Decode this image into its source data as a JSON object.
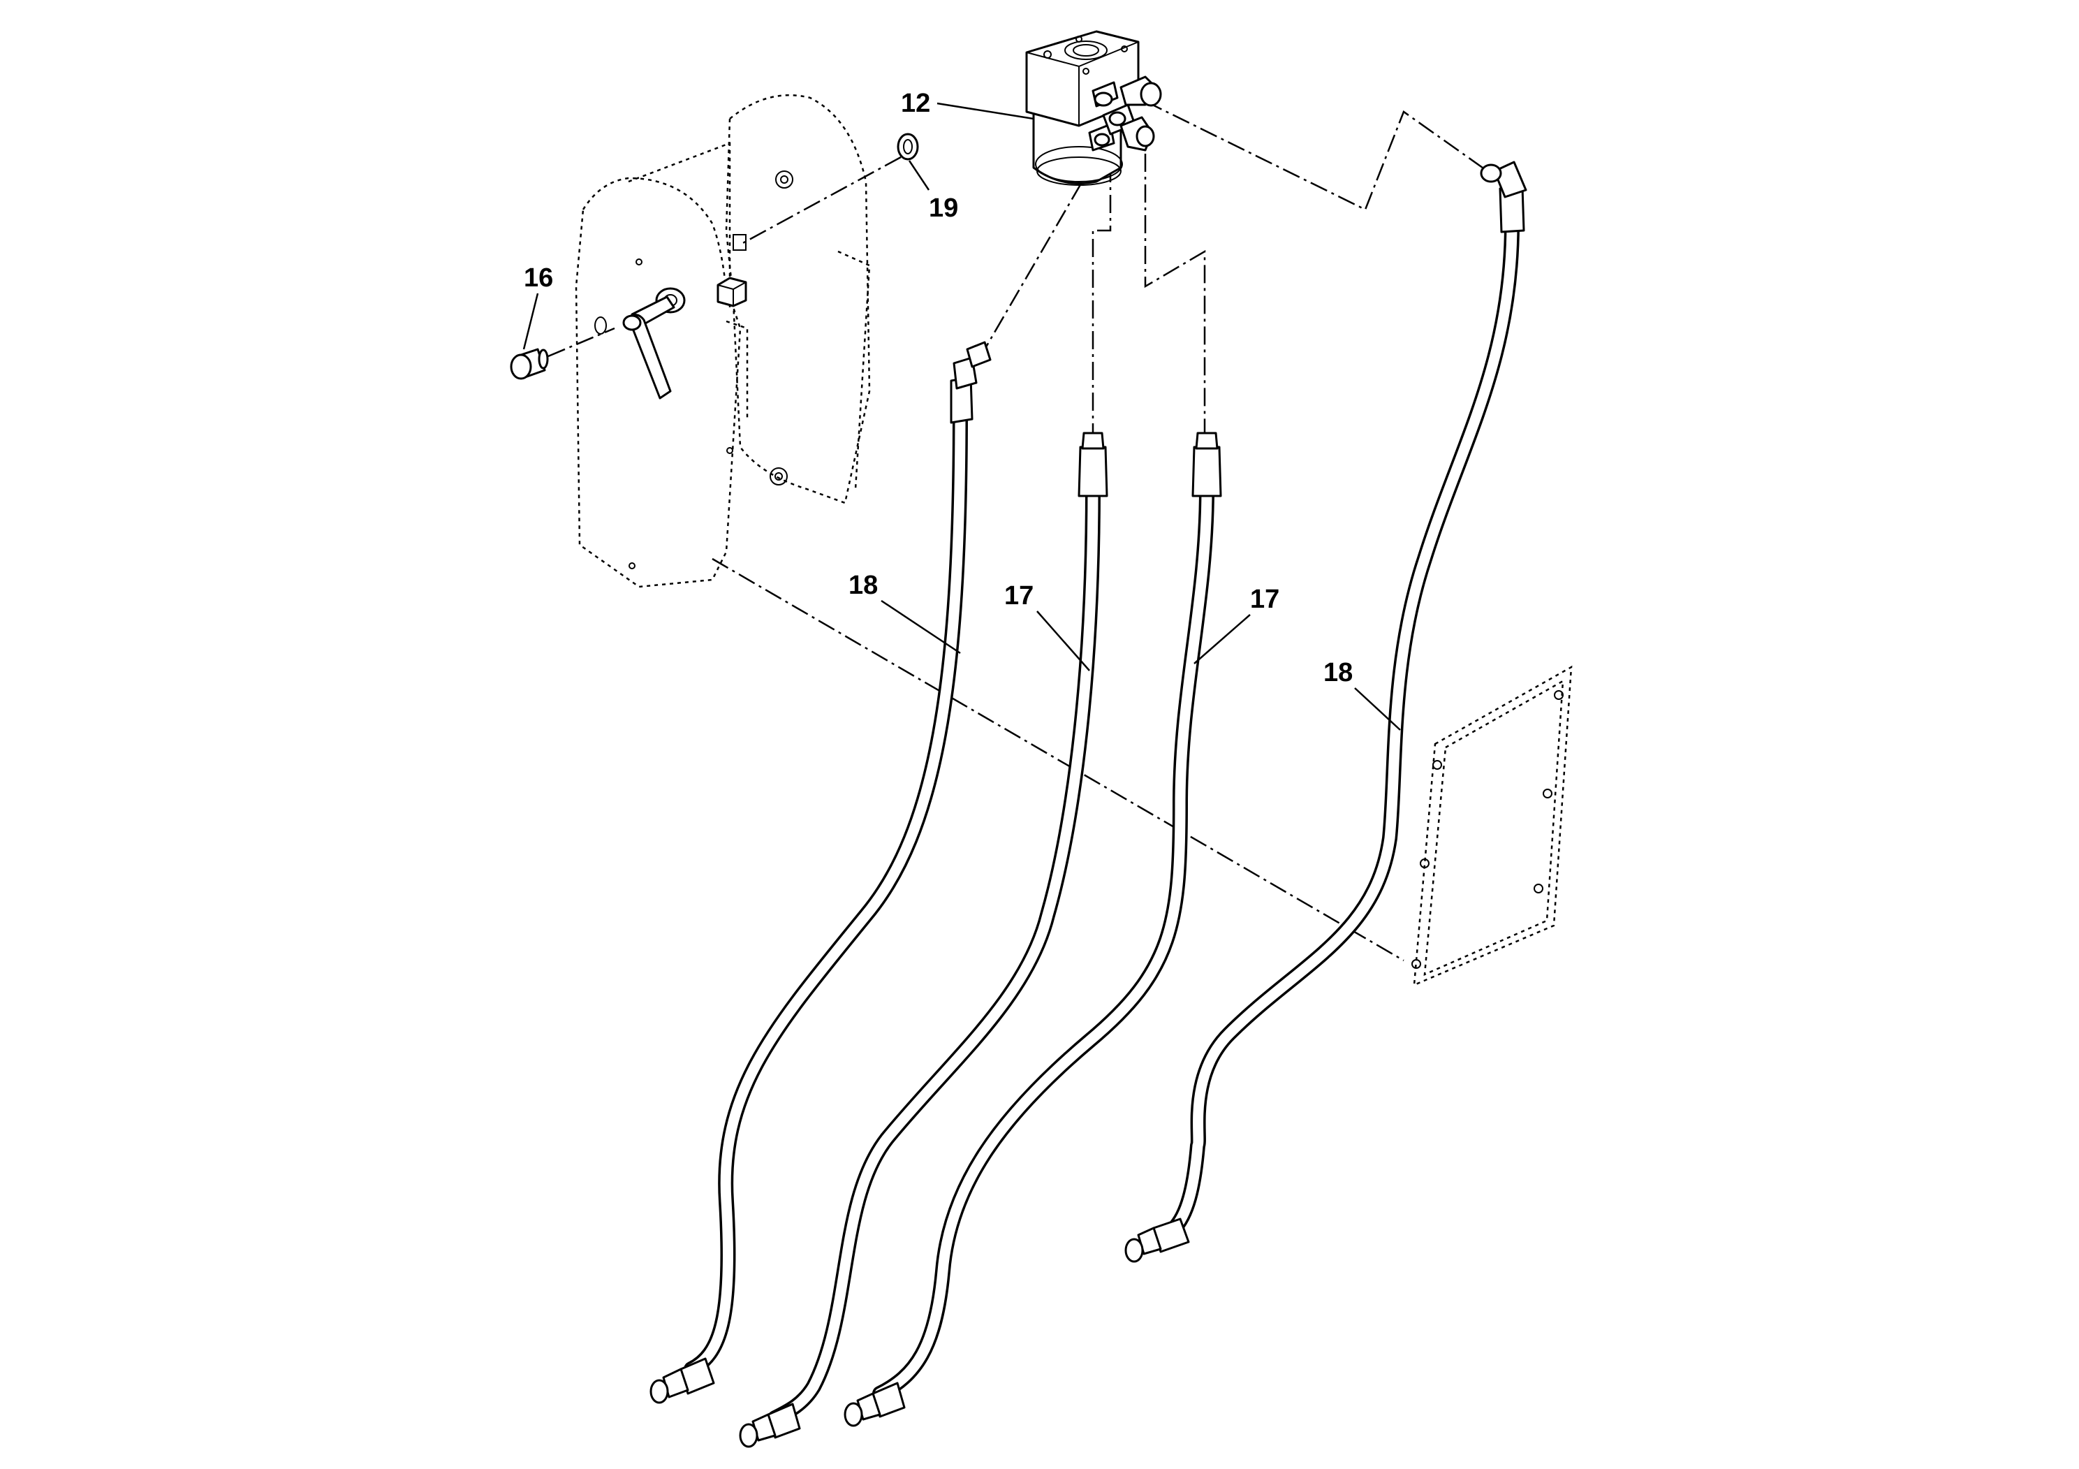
{
  "callouts": {
    "c12": "12",
    "c16": "16",
    "c17a": "17",
    "c17b": "17",
    "c18a": "18",
    "c18b": "18",
    "c19": "19"
  },
  "colors": {
    "line": "#000000",
    "background": "#ffffff"
  }
}
